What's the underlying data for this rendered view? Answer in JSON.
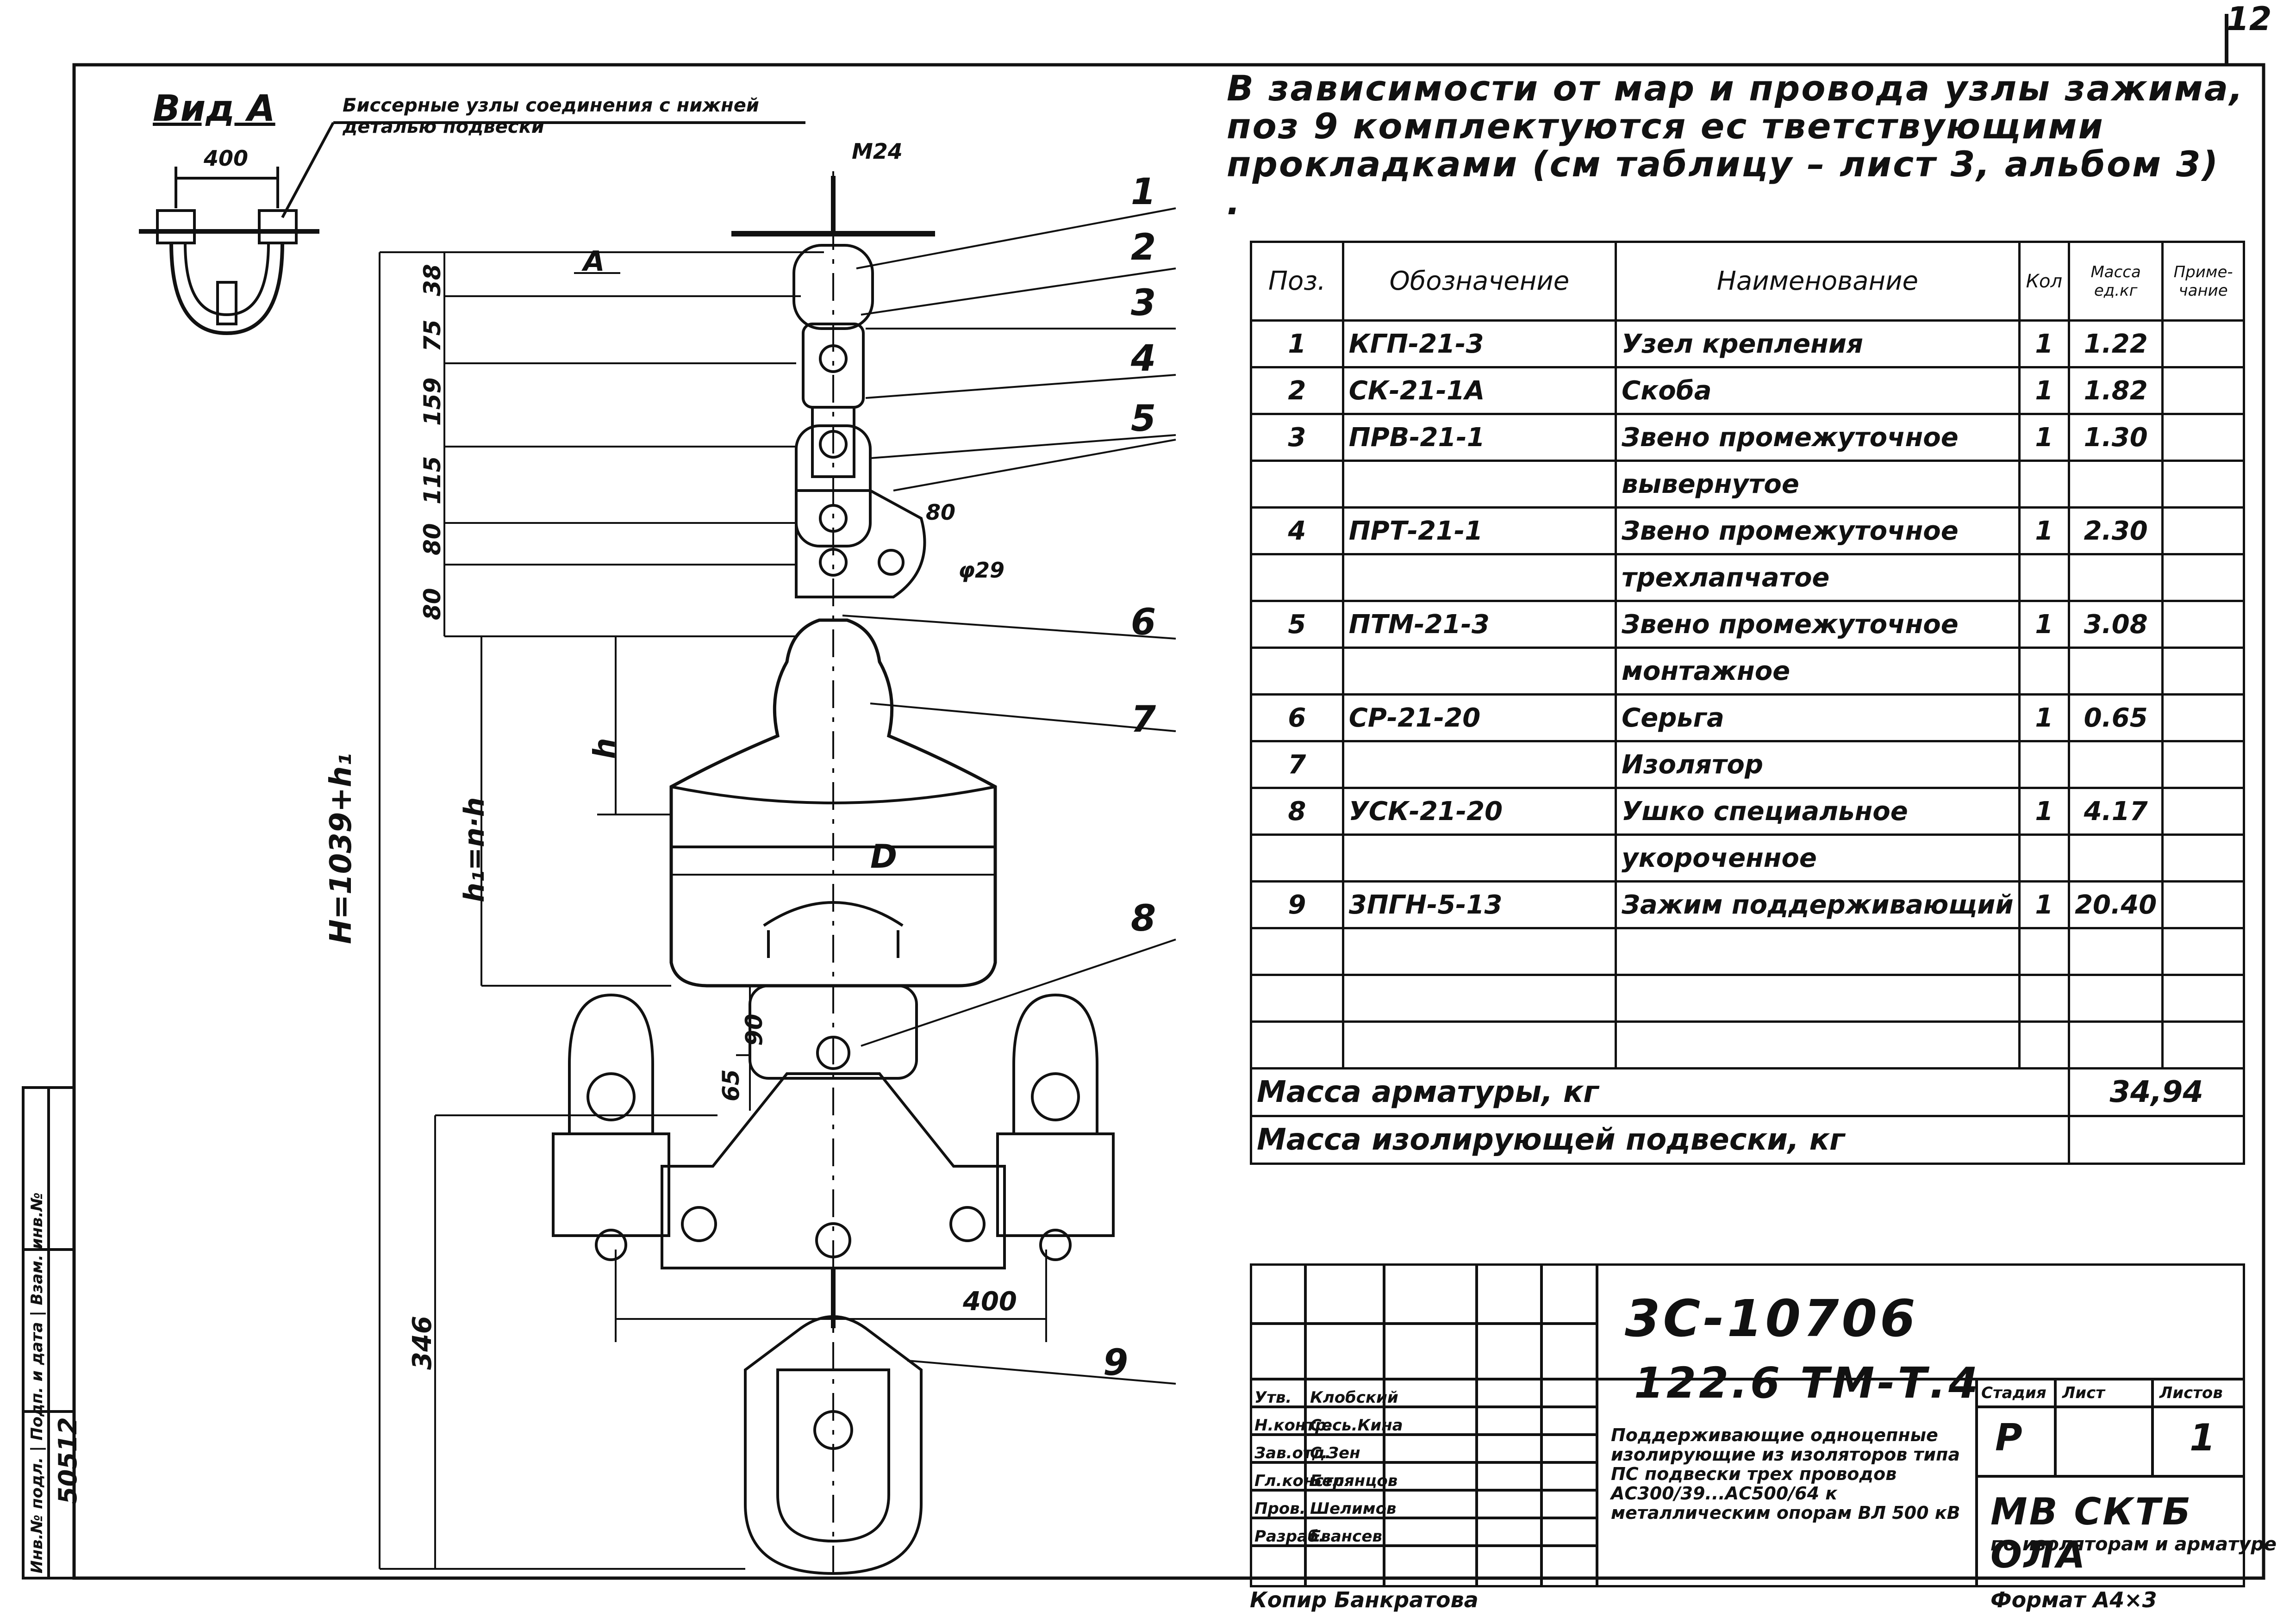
{
  "page_number": "12",
  "note": "В зависимости от мар и провода узлы зажима, поз 9 комплектуются ес тветствующими проклад­ками (см таблицу – лист 3, альбом 3) .",
  "view_a": {
    "title": "Вид А",
    "note": "Биссерные узлы соединения с нижней деталью подвески",
    "dim": "400"
  },
  "drawing": {
    "top_bolt": "М24",
    "dim_h_total": "H=1039+h₁",
    "dim_h": "h",
    "dim_h1": "h₁=n·h",
    "dim_D": "D",
    "dim_80": "80",
    "dim_phi": "φ29",
    "dim_346": "346",
    "dim_400": "400",
    "dim_65": "65",
    "dim_90": "90",
    "dims_vertical": [
      "38",
      "75",
      "159",
      "115",
      "80",
      "80"
    ],
    "section_a": "А",
    "callouts": [
      "1",
      "2",
      "3",
      "4",
      "5",
      "6",
      "7",
      "8",
      "9"
    ]
  },
  "spec_table": {
    "headers": [
      "Поз.",
      "Обозначение",
      "Наименование",
      "Кол",
      "Масса ед.кг",
      "Приме-чание"
    ],
    "rows": [
      {
        "pos": "1",
        "code": "КГП-21-3",
        "name": "Узел крепления",
        "qty": "1",
        "mass": "1.22",
        "note": ""
      },
      {
        "pos": "2",
        "code": "СК-21-1А",
        "name": "Скоба",
        "qty": "1",
        "mass": "1.82",
        "note": ""
      },
      {
        "pos": "3",
        "code": "ПРВ-21-1",
        "name": "Звено промежуточное",
        "qty": "1",
        "mass": "1.30",
        "note": ""
      },
      {
        "pos": "",
        "code": "",
        "name": "вывернутое",
        "qty": "",
        "mass": "",
        "note": ""
      },
      {
        "pos": "4",
        "code": "ПРТ-21-1",
        "name": "Звено промежуточное",
        "qty": "1",
        "mass": "2.30",
        "note": ""
      },
      {
        "pos": "",
        "code": "",
        "name": "трехлапчатое",
        "qty": "",
        "mass": "",
        "note": ""
      },
      {
        "pos": "5",
        "code": "ПТМ-21-3",
        "name": "Звено промежуточное",
        "qty": "1",
        "mass": "3.08",
        "note": ""
      },
      {
        "pos": "",
        "code": "",
        "name": "монтажное",
        "qty": "",
        "mass": "",
        "note": ""
      },
      {
        "pos": "6",
        "code": "СР-21-20",
        "name": "Серьга",
        "qty": "1",
        "mass": "0.65",
        "note": ""
      },
      {
        "pos": "7",
        "code": "",
        "name": "Изолятор",
        "qty": "",
        "mass": "",
        "note": ""
      },
      {
        "pos": "8",
        "code": "УСК-21-20",
        "name": "Ушко специальное",
        "qty": "1",
        "mass": "4.17",
        "note": ""
      },
      {
        "pos": "",
        "code": "",
        "name": "укороченное",
        "qty": "",
        "mass": "",
        "note": ""
      },
      {
        "pos": "9",
        "code": "3ПГН-5-13",
        "name": "Зажим поддерживающий",
        "qty": "1",
        "mass": "20.40",
        "note": ""
      },
      {
        "pos": "",
        "code": "",
        "name": "",
        "qty": "",
        "mass": "",
        "note": ""
      },
      {
        "pos": "",
        "code": "",
        "name": "",
        "qty": "",
        "mass": "",
        "note": ""
      },
      {
        "pos": "",
        "code": "",
        "name": "",
        "qty": "",
        "mass": "",
        "note": ""
      }
    ],
    "mass_fittings_label": "Масса арматуры, кг",
    "mass_fittings_value": "34,94",
    "mass_suspension_label": "Масса изолирующей подвески, кг",
    "mass_suspension_value": ""
  },
  "title_block": {
    "code": "3С-10706",
    "sheet_code": "122.6 ТМ-Т.4",
    "roles": [
      {
        "role": "Утв.",
        "name": "Клобский"
      },
      {
        "role": "Н.контр.",
        "name": "Сесь.Кина"
      },
      {
        "role": "Зав.отд.",
        "name": "С.Зен"
      },
      {
        "role": "Гл.констр.",
        "name": "Белянцов"
      },
      {
        "role": "Пров.",
        "name": "Шелимов"
      },
      {
        "role": "Разраб.",
        "name": "Евансев"
      }
    ],
    "description": "Поддерживающие одноцепные изолирующие из изоляторов типа ПС подвески трех проводов АС300/39...АС500/64 к металлическим опорам ВЛ 500 кВ",
    "stage_label": "Стадия",
    "sheet_label": "Лист",
    "sheets_label": "Листов",
    "stage_value": "Р",
    "sheets_value": "1",
    "org": "МВ СКТБ ОЛА",
    "org_sub": "по изоляторам и арматуре",
    "copied_by": "Копир Банкратова",
    "format": "Формат А4×3"
  },
  "side_stamp": "Инв.№ подл. | Подп. и дата | Взам. инв.№",
  "side_stamp_number": "50512"
}
